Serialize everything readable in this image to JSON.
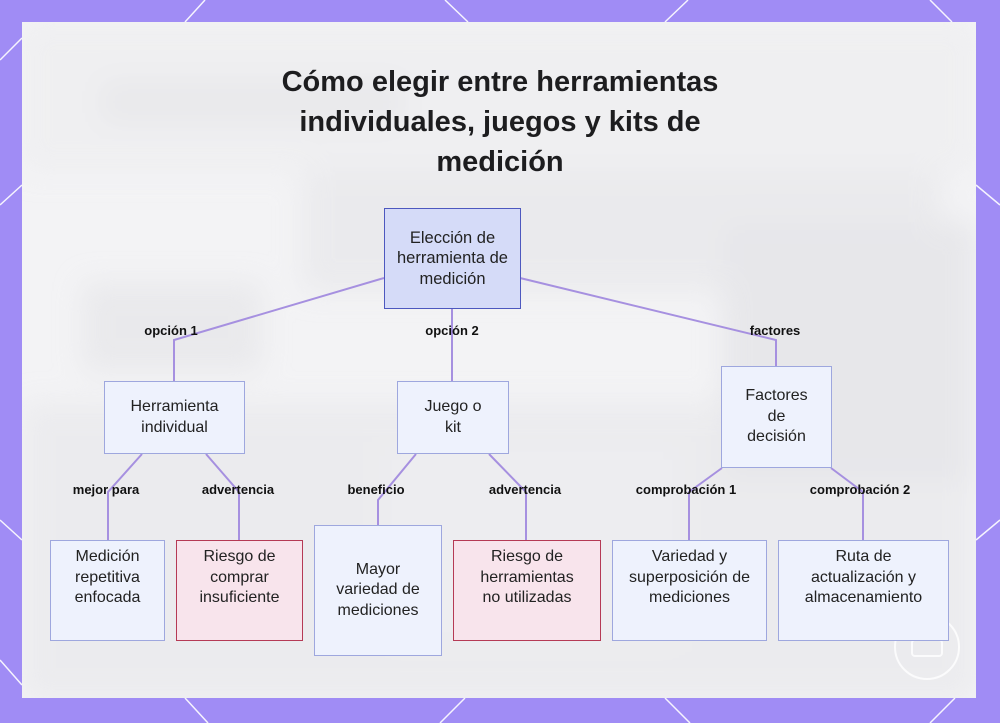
{
  "title": "Cómo elegir entre herramientas individuales, juegos y kits de medición",
  "nodes": {
    "root": "Elección de herramienta de medición",
    "individual": "Herramienta individual",
    "kit": "Juego o kit",
    "factors": "Factores de decisión",
    "repetitive": "Medición repetitiva enfocada",
    "risk_insufficient": "Riesgo de comprar insuficiente",
    "variety": "Mayor variedad de mediciones",
    "risk_unused": "Riesgo de herramientas no utilizadas",
    "overlap": "Variedad y superposición de mediciones",
    "upgrade": "Ruta de actualización y almacenamiento"
  },
  "edges": {
    "option1": "opción 1",
    "option2": "opción 2",
    "factors": "factores",
    "best_for": "mejor para",
    "warning1": "advertencia",
    "benefit": "beneficio",
    "warning2": "advertencia",
    "check1": "comprobación 1",
    "check2": "comprobación 2"
  },
  "colors": {
    "frame": "#a08cf5",
    "node_fill": "#eef2fd",
    "node_border": "#9ea7de",
    "root_fill": "#d5dbf8",
    "root_border": "#4d58bf",
    "warn_fill": "#f8e4ec",
    "warn_border": "#b53a55",
    "edge": "#a690e0"
  }
}
